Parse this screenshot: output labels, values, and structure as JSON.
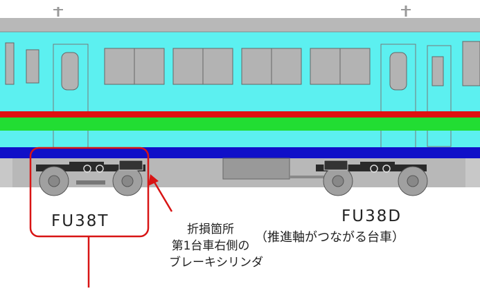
{
  "bogies": {
    "trailer": {
      "name": "FU38T"
    },
    "drive": {
      "name": "FU38D",
      "note": "（推進軸がつながる台車）"
    }
  },
  "failure": {
    "lines": [
      "折損箇所",
      "第1台車右側の",
      "ブレーキシリンダ"
    ]
  },
  "colors": {
    "body": "#5cf0f0",
    "roof": "#b8b8b8",
    "red_stripe": "#e01010",
    "green_stripe": "#22dd33",
    "blue_skirt": "#1010c8",
    "window": "#b3b3b3",
    "highlight": "#d81414",
    "truck": "#2a2a2a",
    "wheel": "#a0a0a0"
  }
}
